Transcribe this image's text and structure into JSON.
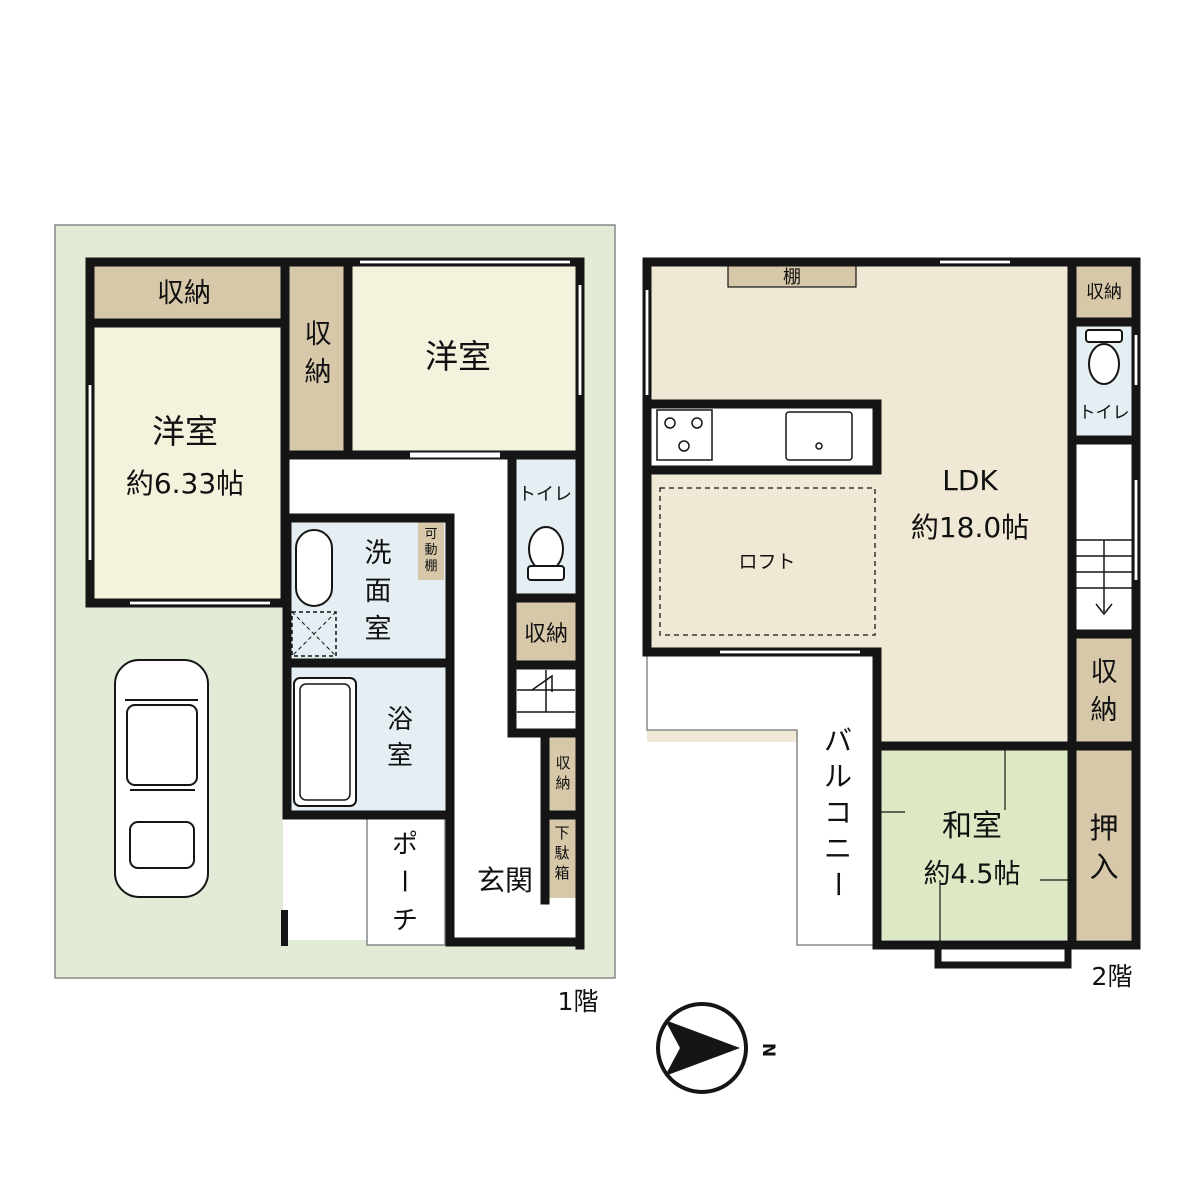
{
  "colors": {
    "yard": "#e2ebd6",
    "western_room": "#f4f1dd",
    "storage": "#d6c8a8",
    "ldk": "#efe8d4",
    "washroom": "#e5eef3",
    "japanese_room": "#dce9c4",
    "corridor": "#ffffff",
    "wall": "#151515"
  },
  "floor1": {
    "floor_label": "1階",
    "storage_top": "収納",
    "storage_side": "収納",
    "western_room_left": {
      "name": "洋室",
      "area": "約6.33帖"
    },
    "western_room_right": "洋室",
    "toilet": "トイレ",
    "washroom": "洗面室",
    "movable_shelf": "可動棚",
    "storage_stair": "収納",
    "bath": "浴室",
    "storage_small": "収納",
    "porch": "ポーチ",
    "entrance": "玄関",
    "shoe_box": "下駄箱"
  },
  "floor2": {
    "floor_label": "2階",
    "shelf": "棚",
    "storage_top": "収納",
    "toilet": "トイレ",
    "ldk": {
      "name": "LDK",
      "area": "約18.0帖"
    },
    "loft": "ロフト",
    "balcony": "バルコニー",
    "storage_mid": "収納",
    "japanese_room": {
      "name": "和室",
      "area": "約4.5帖"
    },
    "closet": "押入"
  },
  "compass": {
    "north_label": "N",
    "icon": "compass-arrow-icon"
  }
}
